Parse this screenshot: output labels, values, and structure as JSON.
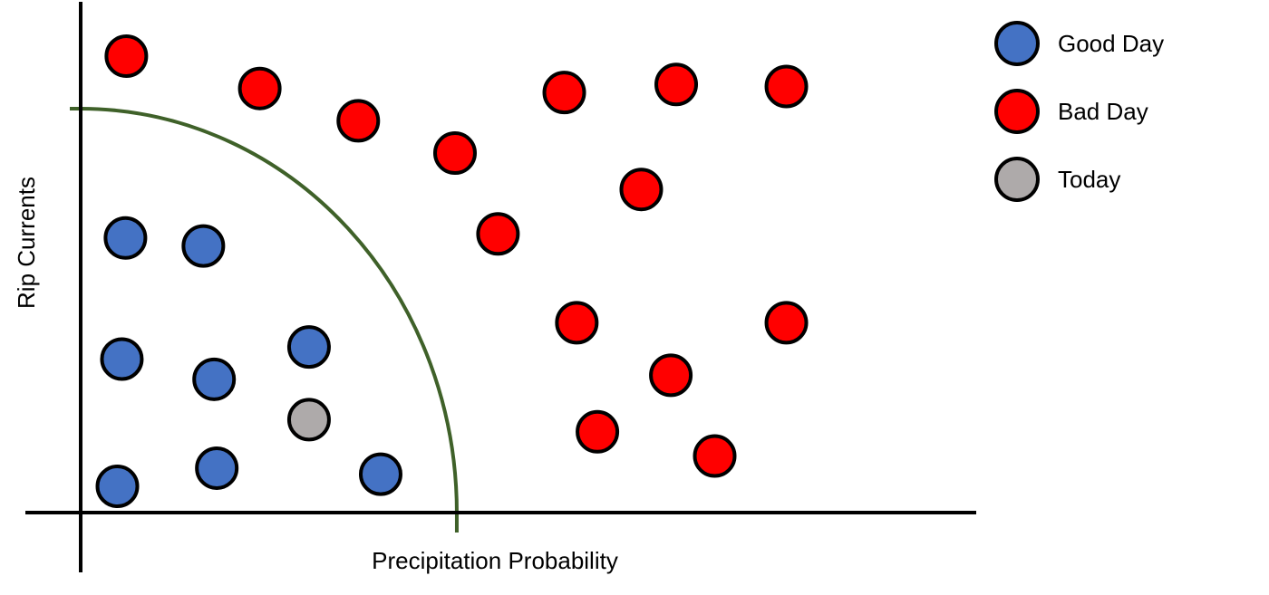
{
  "chart_data": {
    "type": "scatter",
    "title": "",
    "xlabel": "Precipitation Probability",
    "ylabel": "Rip Currents",
    "xlim": [
      0,
      100
    ],
    "ylim": [
      0,
      100
    ],
    "grid": false,
    "show_ticks": false,
    "legend_position": "top-right",
    "decision_boundary": {
      "shape": "quarter-circle",
      "color": "#3f6129",
      "x_intercept": 42,
      "y_intercept": 100
    },
    "series": [
      {
        "name": "Good Day",
        "color": "#4472c4",
        "points": [
          {
            "x": 5,
            "y": 68
          },
          {
            "x": 13.7,
            "y": 66
          },
          {
            "x": 4.6,
            "y": 38
          },
          {
            "x": 14.9,
            "y": 33
          },
          {
            "x": 25.5,
            "y": 41
          },
          {
            "x": 4.1,
            "y": 6.5
          },
          {
            "x": 15.2,
            "y": 11
          },
          {
            "x": 33.5,
            "y": 9.5
          }
        ]
      },
      {
        "name": "Bad Day",
        "color": "#ff0000",
        "points": [
          {
            "x": 5.1,
            "y": 113
          },
          {
            "x": 20,
            "y": 105
          },
          {
            "x": 31,
            "y": 97
          },
          {
            "x": 41.8,
            "y": 89
          },
          {
            "x": 46.6,
            "y": 69
          },
          {
            "x": 54,
            "y": 104
          },
          {
            "x": 66.5,
            "y": 106
          },
          {
            "x": 78.8,
            "y": 105.5
          },
          {
            "x": 62.6,
            "y": 80
          },
          {
            "x": 55.4,
            "y": 47
          },
          {
            "x": 65.9,
            "y": 34
          },
          {
            "x": 78.8,
            "y": 47
          },
          {
            "x": 57.7,
            "y": 20
          },
          {
            "x": 70.8,
            "y": 14
          }
        ]
      },
      {
        "name": "Today",
        "color": "#aeaaaa",
        "points": [
          {
            "x": 25.5,
            "y": 23
          }
        ]
      }
    ]
  }
}
